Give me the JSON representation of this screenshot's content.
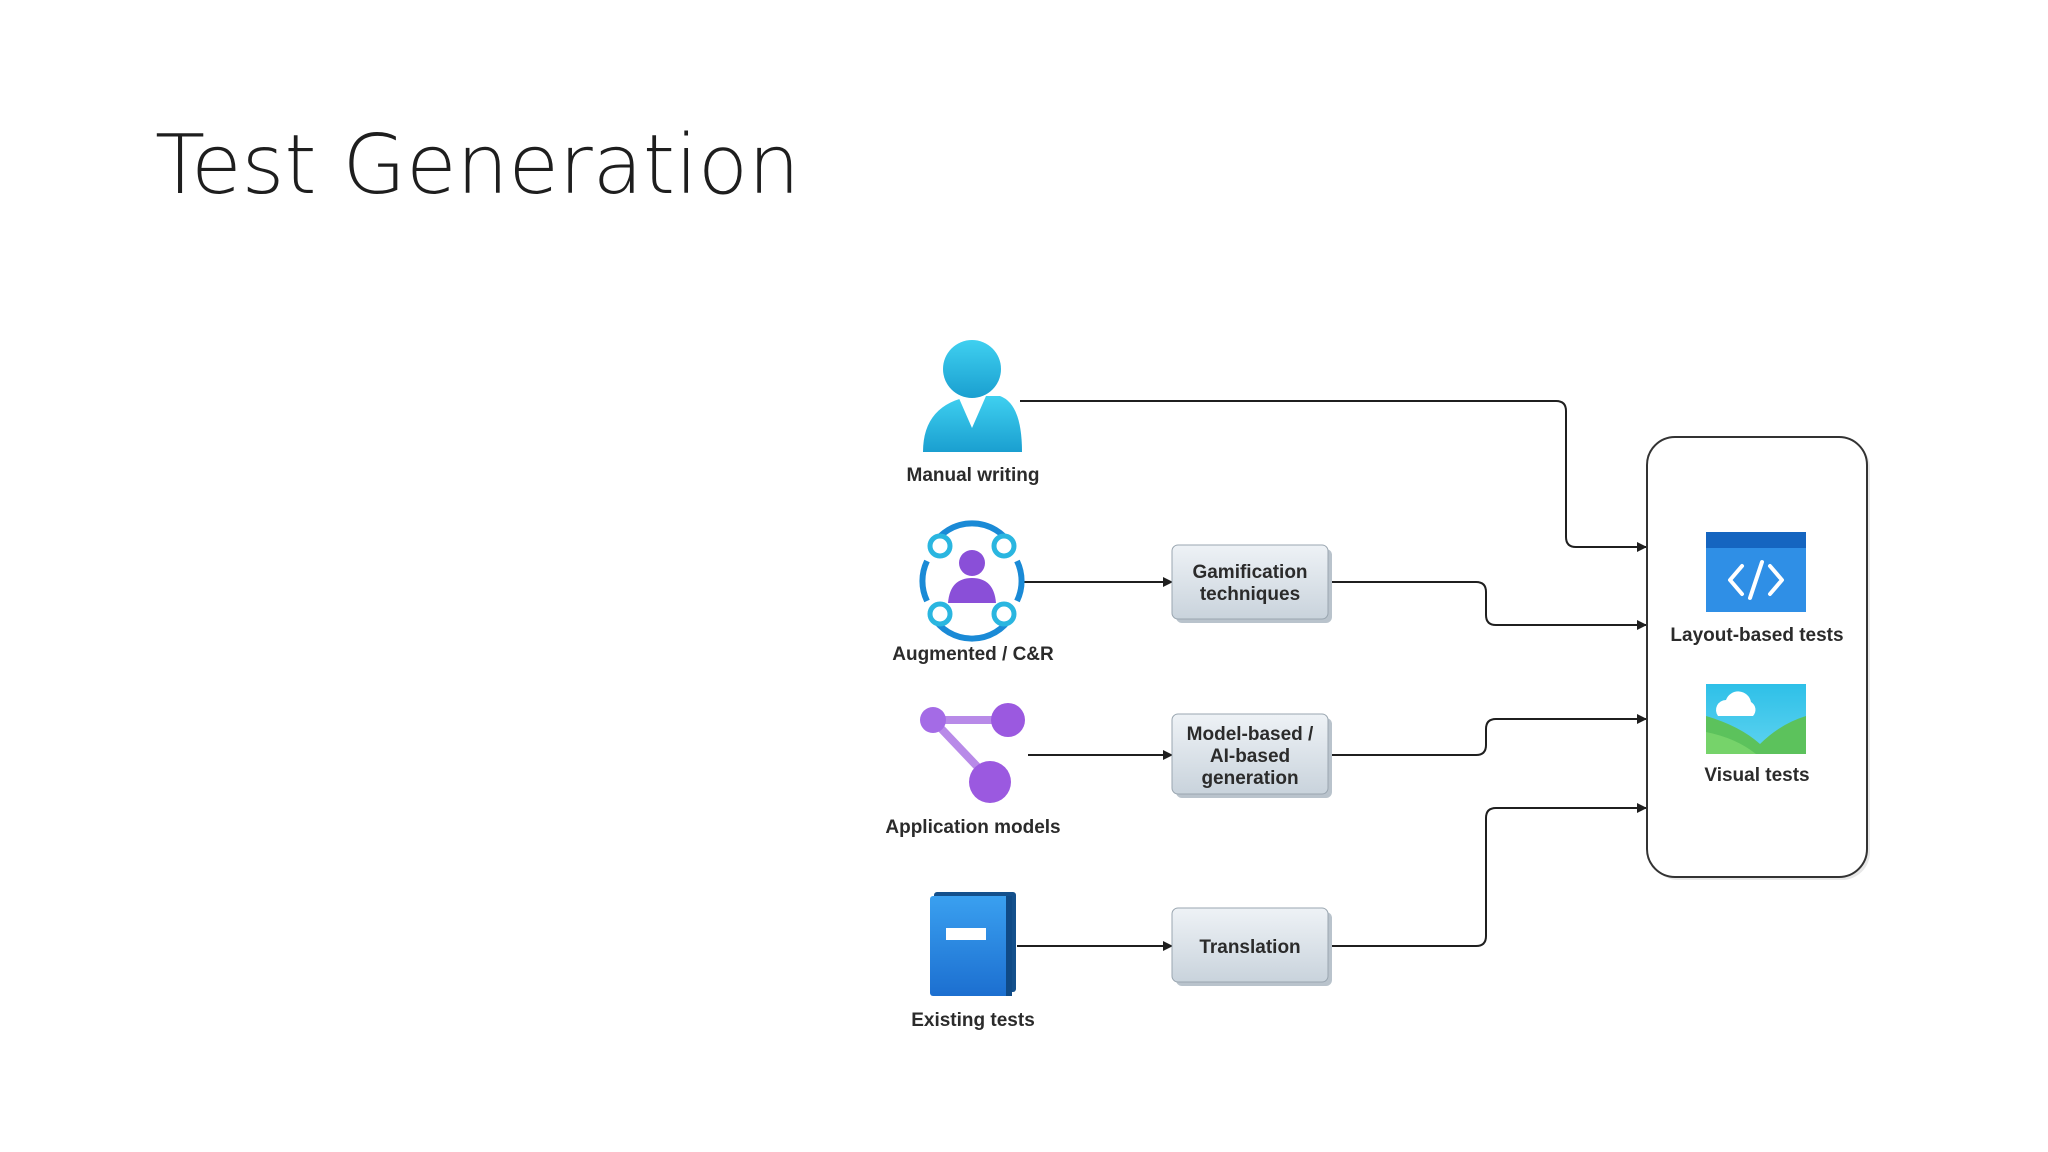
{
  "slide": {
    "title": "Test Generation"
  },
  "sources": {
    "manual": {
      "label": "Manual writing",
      "icon": "user-icon"
    },
    "augmented": {
      "label": "Augmented / C&R",
      "icon": "user-network-icon"
    },
    "models": {
      "label": "Application models",
      "icon": "graph-nodes-icon"
    },
    "existing": {
      "label": "Existing tests",
      "icon": "book-icon"
    }
  },
  "processes": {
    "gamification": {
      "line1": "Gamification",
      "line2": "techniques"
    },
    "modelbased": {
      "line1": "Model-based /",
      "line2": "AI-based",
      "line3": "generation"
    },
    "translation": {
      "line1": "Translation"
    }
  },
  "outputs": {
    "layout": {
      "label": "Layout-based tests",
      "icon": "code-window-icon"
    },
    "visual": {
      "label": "Visual tests",
      "icon": "image-icon"
    }
  },
  "colors": {
    "user_cyan": "#1fb6e0",
    "purple": "#9b59e0",
    "blue": "#1e88e5",
    "box_fill": "#dde5ec"
  }
}
